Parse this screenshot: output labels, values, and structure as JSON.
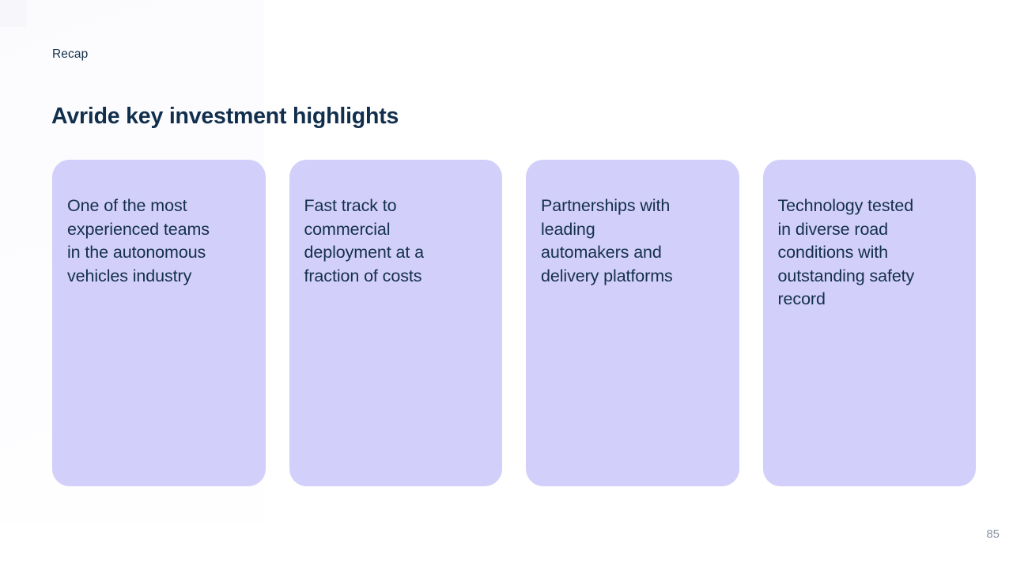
{
  "slide": {
    "eyebrow": "Recap",
    "title": "Avride key investment highlights",
    "page_number": "85",
    "colors": {
      "background": "#ffffff",
      "card_fill": "#d2cffa",
      "title_text": "#112f4d",
      "eyebrow_text": "#16324b",
      "card_text": "#14304c",
      "page_number_text": "#8896a5"
    },
    "cards": [
      {
        "text": "One of the most\nexperienced teams\nin the autonomous\nvehicles industry"
      },
      {
        "text": "Fast track to\ncommercial\ndeployment at a\nfraction of costs"
      },
      {
        "text": "Partnerships with\nleading\nautomakers and\ndelivery platforms"
      },
      {
        "text": "Technology tested\nin diverse road\nconditions with\noutstanding safety\nrecord"
      }
    ]
  }
}
